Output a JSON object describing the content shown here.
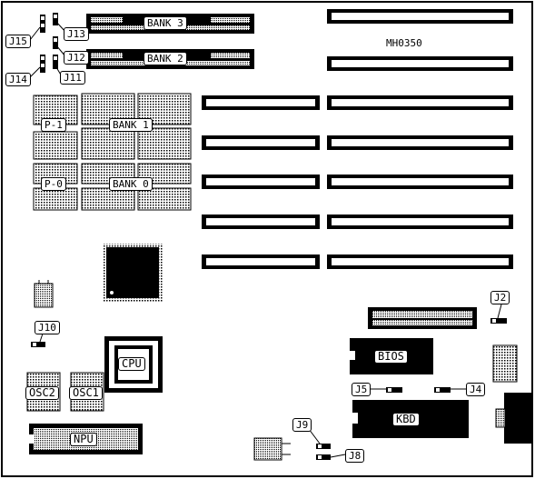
{
  "board": {
    "model": "MH0350",
    "labels": {
      "bank3": "BANK 3",
      "bank2": "BANK 2",
      "bank1": "BANK 1",
      "bank0": "BANK 0",
      "p1": "P-1",
      "p0": "P-0",
      "j15": "J15",
      "j13": "J13",
      "j12": "J12",
      "j11": "J11",
      "j14": "J14",
      "j10": "J10",
      "j2": "J2",
      "j5": "J5",
      "j4": "J4",
      "j9": "J9",
      "j8": "J8",
      "cpu": "CPU",
      "osc2": "OSC2",
      "osc1": "OSC1",
      "npu": "NPU",
      "bios": "BIOS",
      "kbd": "KBD"
    }
  }
}
